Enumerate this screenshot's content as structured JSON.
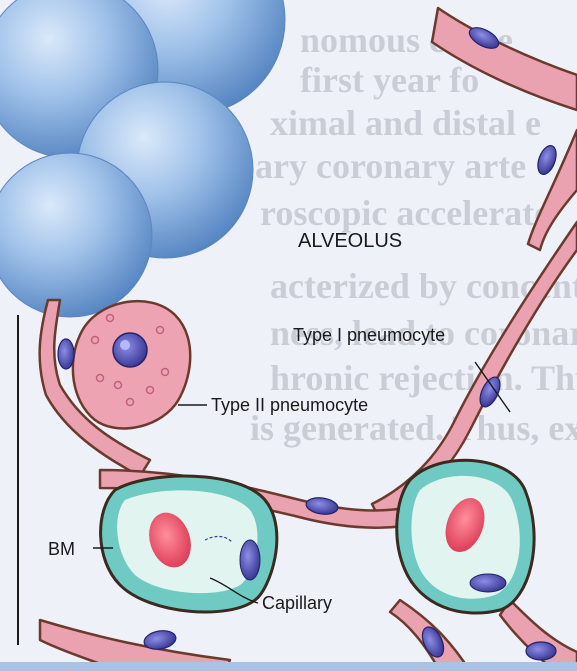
{
  "figure": {
    "title": "ALVEOLUS",
    "labels": {
      "type1": "Type I pneumocyte",
      "type2": "Type II pneumocyte",
      "bm": "BM",
      "capillary": "Capillary"
    },
    "background_text": [
      "nomous cause",
      "first year fo",
      "ximal and distal e",
      "ary coronary arte",
      "roscopic accelerate",
      "acterized by concentric",
      "ness, lead to coronary a",
      "hronic rejection. Thus e",
      "is generated. Thus, extensive"
    ]
  },
  "colors": {
    "alveolar_sphere": "#8fb7e3",
    "membrane": "#eaa1b0",
    "membrane_edge": "#6b3a2e",
    "nucleus": "#4b4aa8",
    "capillary_fill": "#6fcac4",
    "capillary_inner": "#e2f4ef",
    "rbc": "#e24a64",
    "page": "#eef1f8"
  }
}
